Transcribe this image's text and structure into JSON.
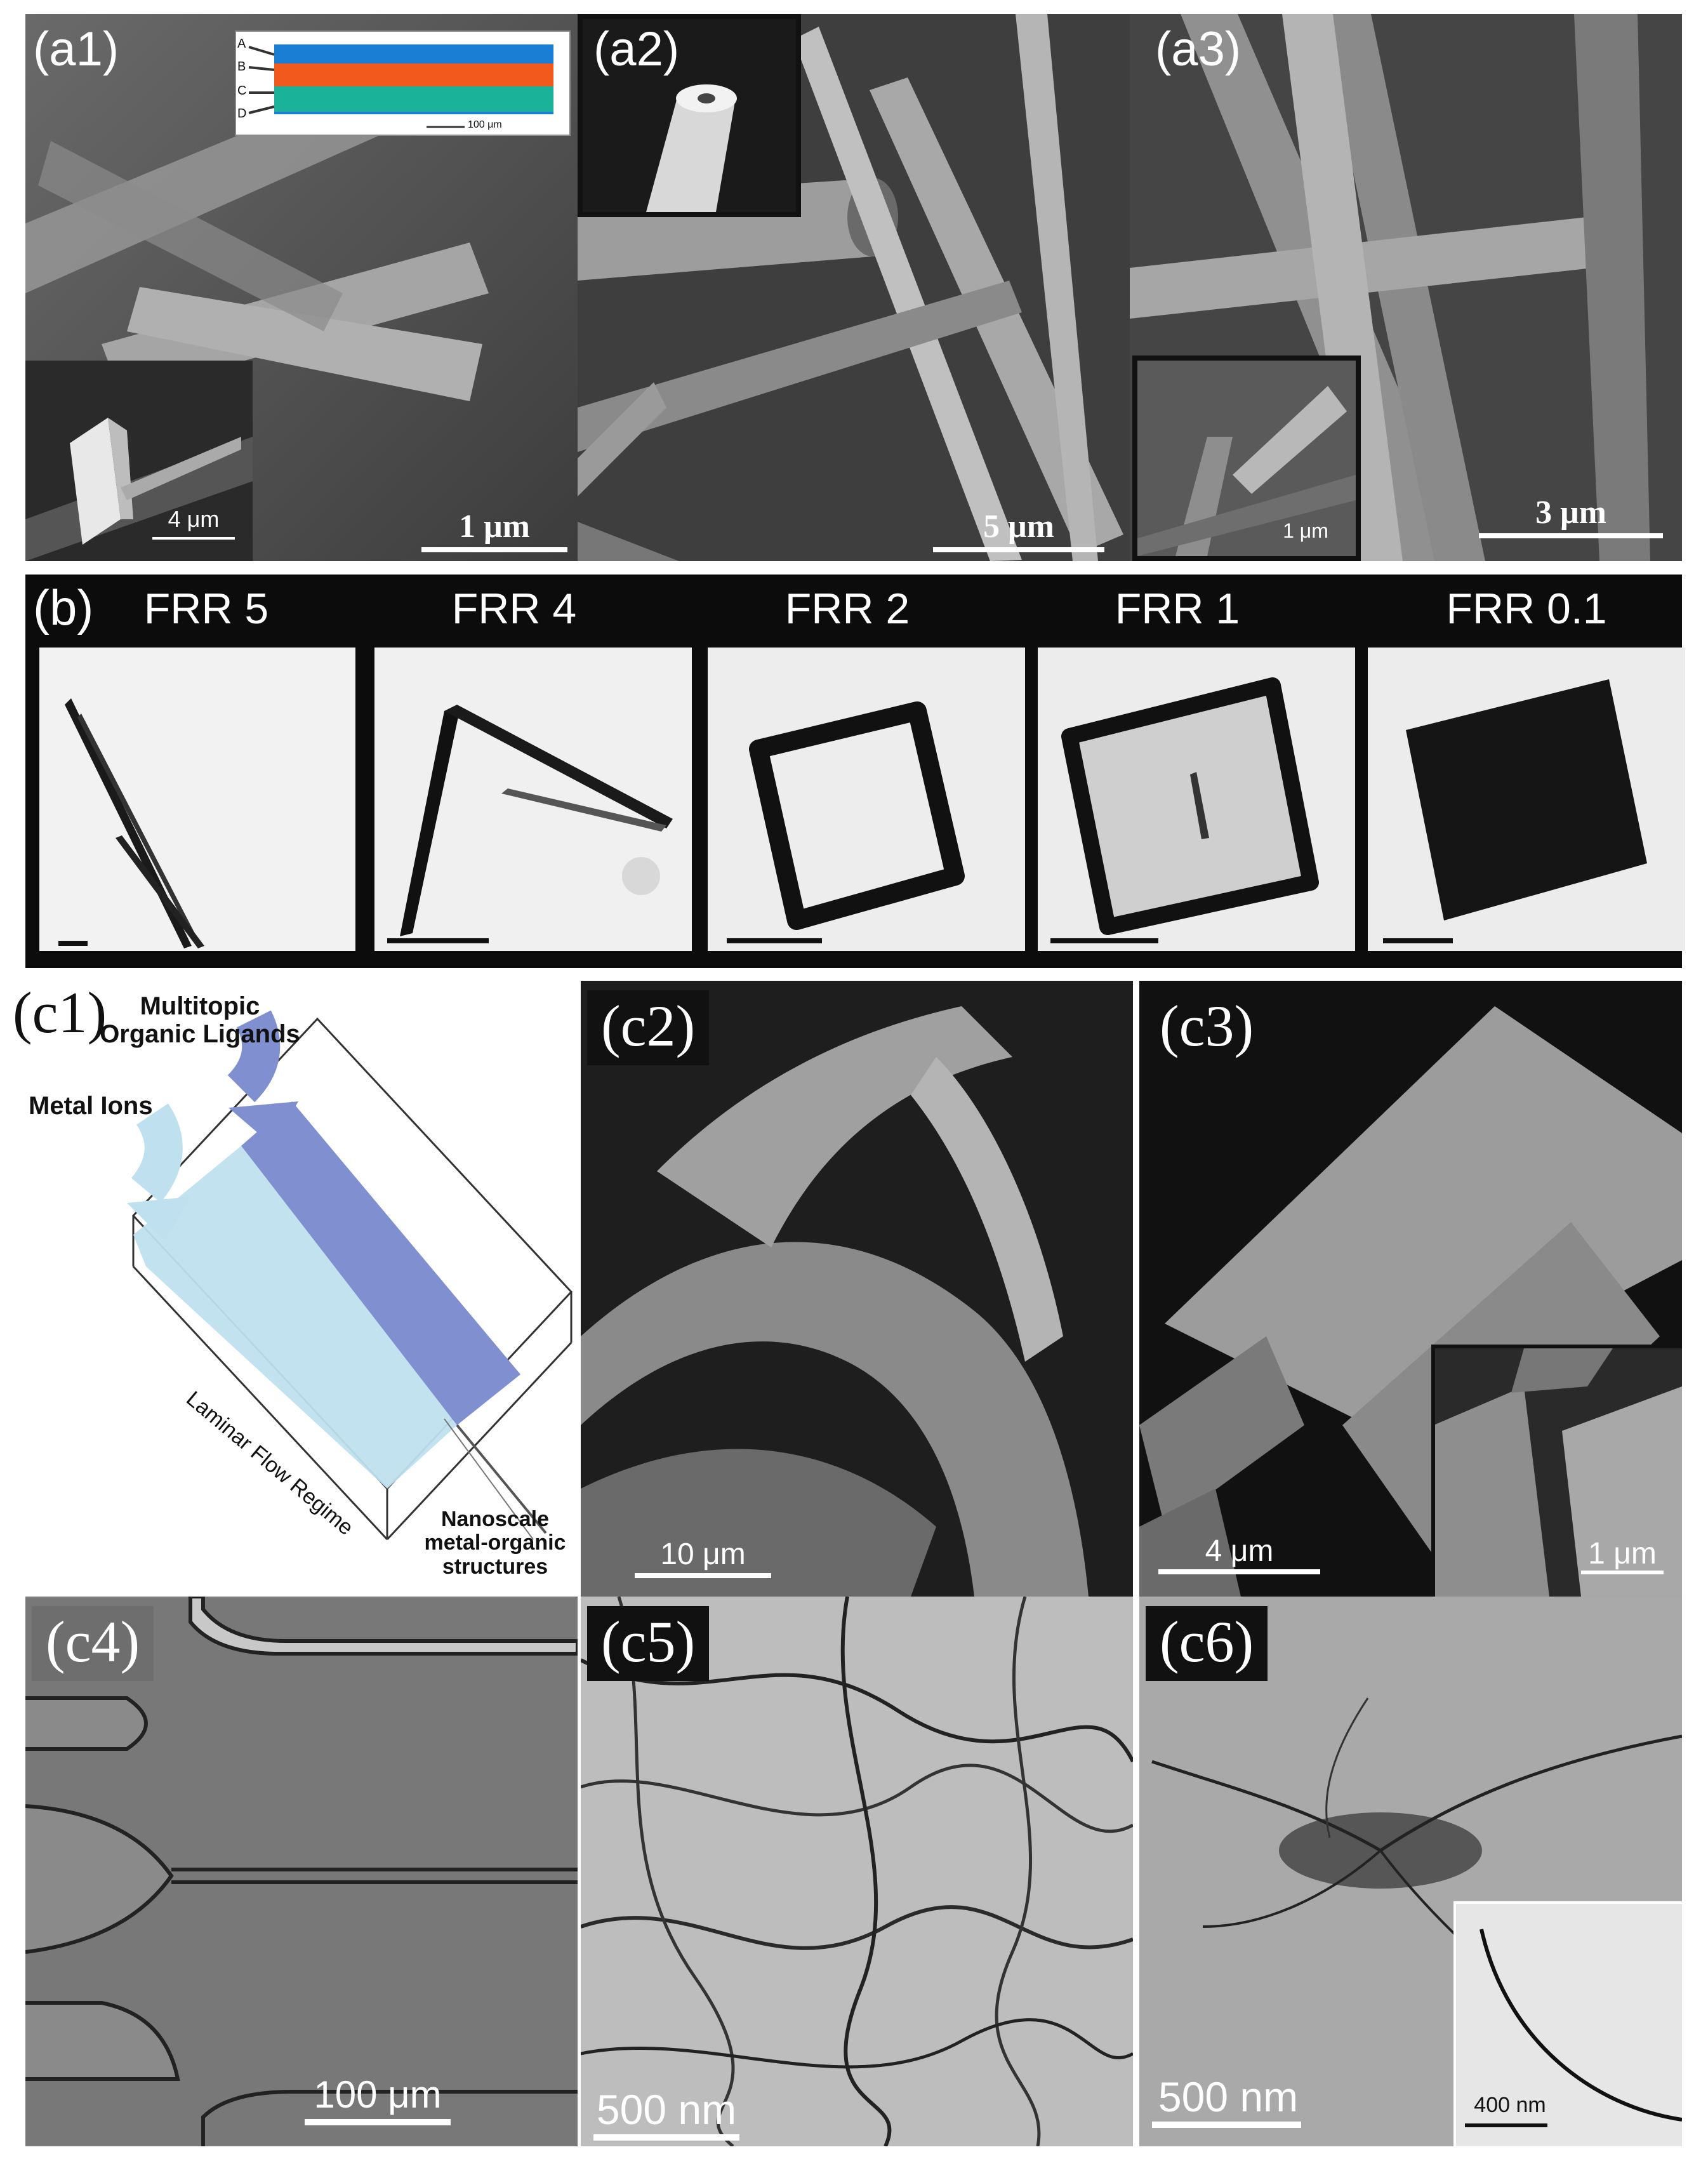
{
  "figure": {
    "row_a": {
      "a1": {
        "label": "(a1)",
        "scale_bar": "1 μm",
        "inset_scale_bar": "4 μm"
      },
      "a2": {
        "label": "(a2)",
        "scale_bar": "5 μm"
      },
      "a3": {
        "label": "(a3)",
        "scale_bar": "3 μm",
        "inset_scale_bar": "1 μm"
      },
      "flow_inset": {
        "inlets": [
          "A",
          "B",
          "C",
          "D"
        ],
        "scale_bar": "100 μm",
        "colors": {
          "blue": "#1a7fd4",
          "orange": "#f25a1d",
          "teal": "#1ab39a"
        }
      }
    },
    "row_b": {
      "label": "(b)",
      "panels": [
        {
          "title": "FRR 5"
        },
        {
          "title": "FRR 4"
        },
        {
          "title": "FRR 2"
        },
        {
          "title": "FRR 1"
        },
        {
          "title": "FRR 0.1"
        }
      ]
    },
    "row_c": {
      "c1": {
        "label": "(c1)",
        "ligands": "Multitopic Organic Ligands",
        "metal_ions": "Metal Ions",
        "regime": "Laminar Flow Regime",
        "product": "Nanoscale metal-organic structures",
        "colors": {
          "ligand_stream": "#7f8fd0",
          "metal_stream": "#bfe0ef"
        }
      },
      "c2": {
        "label": "(c2)",
        "scale_bar": "10 μm"
      },
      "c3": {
        "label": "(c3)",
        "scale_bar": "4 μm",
        "inset_scale_bar": "1 μm"
      },
      "c4": {
        "label": "(c4)",
        "scale_bar": "100 μm"
      },
      "c5": {
        "label": "(c5)",
        "scale_bar": "500 nm"
      },
      "c6": {
        "label": "(c6)",
        "scale_bar": "500 nm",
        "inset_scale_bar": "400 nm"
      }
    }
  }
}
